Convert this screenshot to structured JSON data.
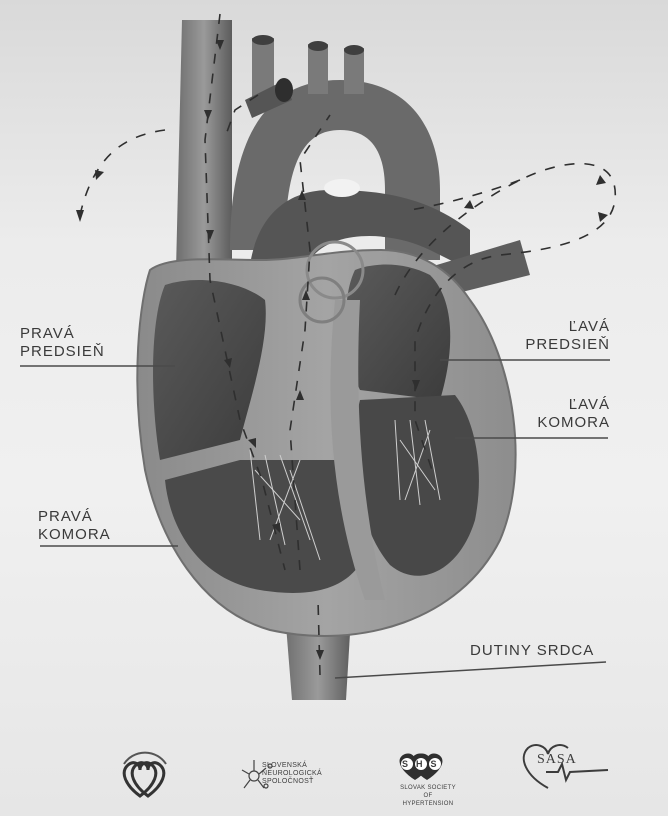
{
  "labels": {
    "right_atrium": [
      "PRAVÁ",
      "PREDSIEŇ"
    ],
    "left_atrium": [
      "ĽAVÁ",
      "PREDSIEŇ"
    ],
    "left_ventricle": [
      "ĽAVÁ",
      "KOMORA"
    ],
    "right_ventricle": [
      "PRAVÁ",
      "KOMORA"
    ],
    "chambers": "DUTINY SRDCA"
  },
  "logos": {
    "neuro": [
      "SLOVENSKÁ",
      "NEUROLOGICKÁ",
      "SPOLOČNOSŤ"
    ],
    "shs_letters": [
      "S",
      "H",
      "S"
    ],
    "shs_text": [
      "SLOVAK SOCIETY",
      "OF HYPERTENSION"
    ],
    "sasa": "SASA"
  }
}
